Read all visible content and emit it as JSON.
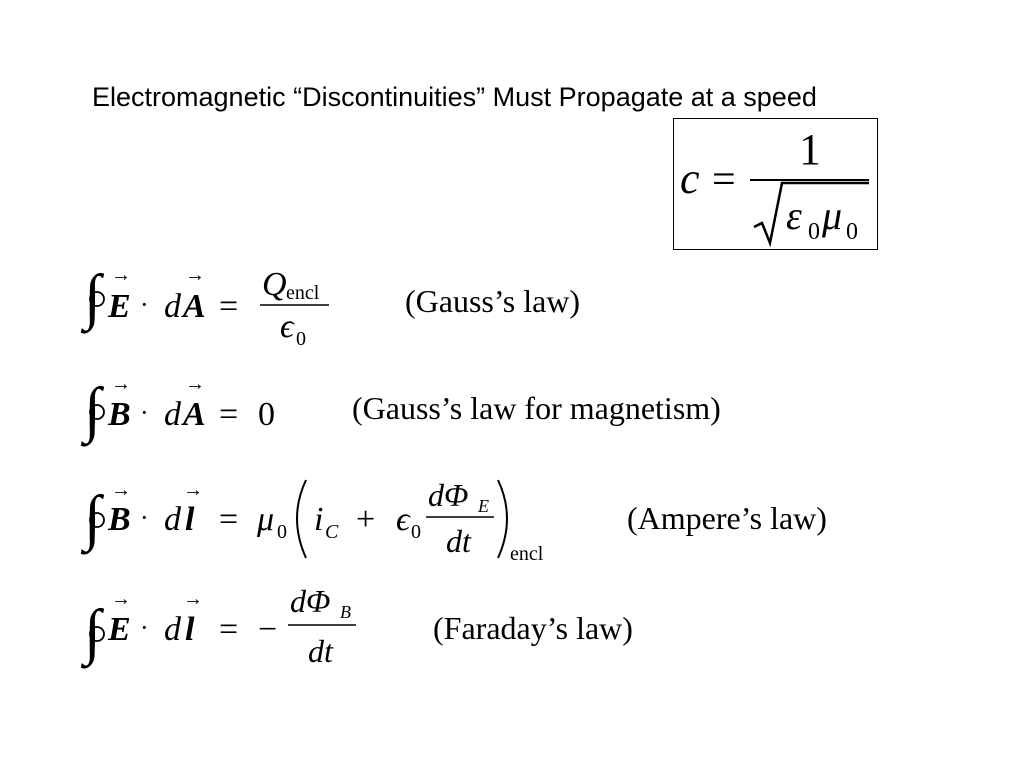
{
  "slide": {
    "title": "Electromagnetic “Discontinuities” Must Propagate at a speed"
  },
  "speed_equation": {
    "lhs": "c",
    "equals": "=",
    "numerator": "1",
    "epsilon_symbol": "ε",
    "mu_symbol": "μ",
    "subscript": "0"
  },
  "equations": [
    {
      "label": "(Gauss’s law)",
      "field": "E",
      "element": "A",
      "rhs_numerator": "Q",
      "rhs_numerator_sub": "encl",
      "rhs_denominator": "ϵ",
      "rhs_denominator_sub": "0"
    },
    {
      "label": "(Gauss’s law for magnetism)",
      "field": "B",
      "element": "A",
      "rhs": "0"
    },
    {
      "label": "(Ampere’s law)",
      "field": "B",
      "element": "l",
      "mu": "μ",
      "mu_sub": "0",
      "current": "i",
      "current_sub": "C",
      "plus": "+",
      "eps": "ϵ",
      "eps_sub": "0",
      "flux_num": "dΦ",
      "flux_num_sub": "E",
      "flux_den": "dt",
      "encl": "encl"
    },
    {
      "label": "(Faraday’s law)",
      "field": "E",
      "element": "l",
      "minus": "−",
      "flux_num": "dΦ",
      "flux_num_sub": "B",
      "flux_den": "dt"
    }
  ]
}
